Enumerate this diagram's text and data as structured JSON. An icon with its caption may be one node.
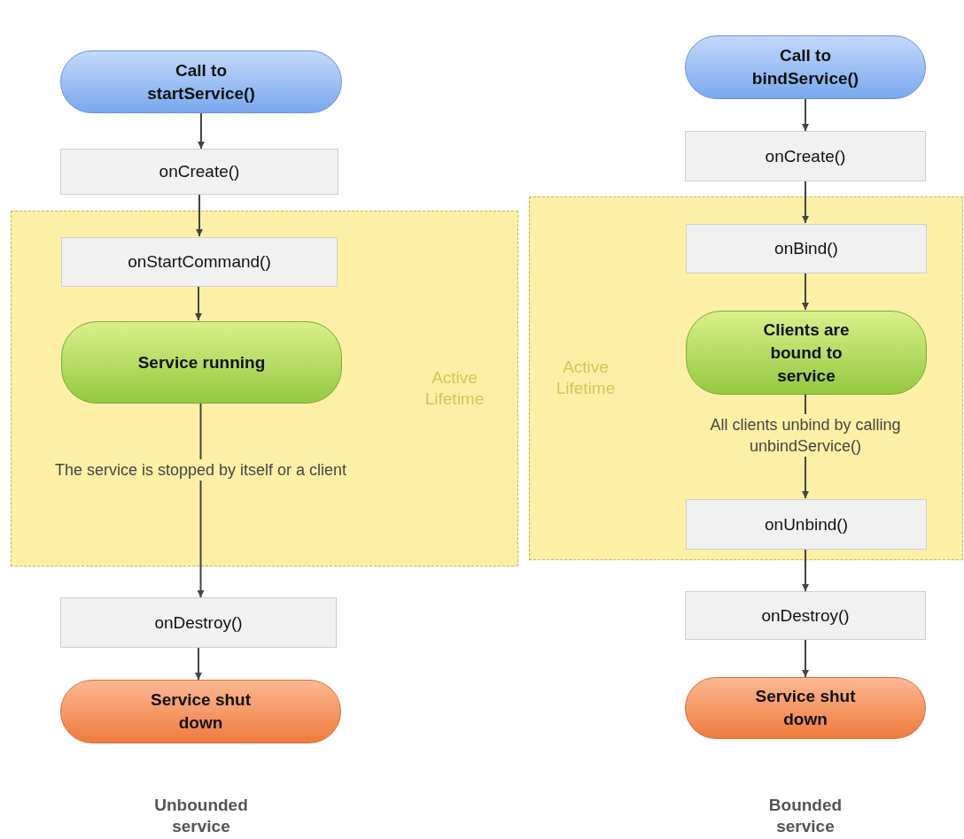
{
  "diagram": {
    "nodes": [
      {
        "text": [
          "Call to startService()"
        ]
      },
      {
        "text": [
          "onCreate()"
        ]
      },
      {
        "text": [
          "Active Lifetime"
        ]
      },
      {
        "text": [
          "onStartCommand()"
        ],
        "in": 2
      },
      {
        "text": [
          "Service running"
        ],
        "in": 2
      },
      {
        "text": [
          "onDestroy()"
        ]
      },
      {
        "text": [
          "Service shut down"
        ]
      },
      {
        "text": [
          "Call to bindService()"
        ]
      },
      {
        "text": [
          "onCreate()"
        ]
      },
      {
        "text": [
          "Active Lifetime"
        ]
      },
      {
        "text": [
          "onBind()"
        ],
        "in": 9
      },
      {
        "text": [
          "Clients are bound to service"
        ],
        "in": 9
      },
      {
        "text": [
          "onUnbind()"
        ],
        "in": 9
      },
      {
        "text": [
          "onDestroy()"
        ]
      },
      {
        "text": [
          "Service shut down"
        ]
      }
    ],
    "edges": [
      {
        "from": 0,
        "to": 1,
        "arrow": "to"
      },
      {
        "from": 1,
        "to": 3,
        "arrow": "to"
      },
      {
        "from": 3,
        "to": 4,
        "arrow": "to"
      },
      {
        "from": 4,
        "to": 5,
        "arrow": "to",
        "label": "The service is stopped by itself or a client"
      },
      {
        "from": 5,
        "to": 6,
        "arrow": "to"
      },
      {
        "from": 7,
        "to": 8,
        "arrow": "to"
      },
      {
        "from": 8,
        "to": 10,
        "arrow": "to"
      },
      {
        "from": 10,
        "to": 11,
        "arrow": "to"
      },
      {
        "from": 11,
        "to": 12,
        "arrow": "to",
        "label": "All clients unbind by calling unbindService()"
      },
      {
        "from": 12,
        "to": 13,
        "arrow": "to"
      },
      {
        "from": 13,
        "to": 14,
        "arrow": "to"
      }
    ],
    "labels": [
      "Unbounded service",
      "Bounded service"
    ]
  }
}
